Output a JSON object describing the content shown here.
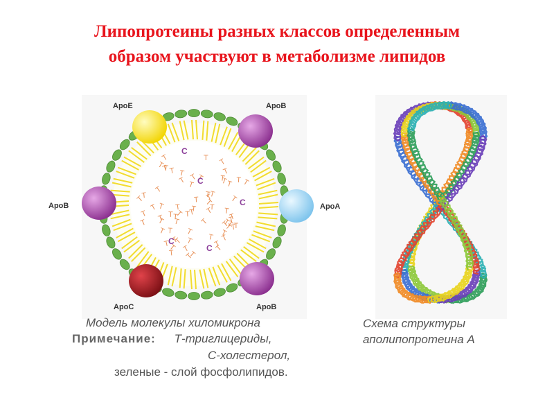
{
  "title": {
    "line1": "Липопротеины разных классов определенным",
    "line2": "образом участвуют в метаболизме липидов"
  },
  "diagram": {
    "apo_labels": {
      "top_left": "ApoE",
      "top_right": "ApoB",
      "left": "ApoB",
      "right": "ApoA",
      "bottom_left": "ApoC",
      "bottom_right": "ApoB"
    },
    "core_letter_t": "T",
    "core_letter_c": "C",
    "colors": {
      "title": "#e8141c",
      "phospholipid_head": "#6ab04c",
      "phospholipid_tail": "#f2dc2e",
      "triglyceride": "#e8925a",
      "cholesterol": "#8c3f9a",
      "apoE": "#f7e11a",
      "apoB": "#9c3fa0",
      "apoA": "#9fd4f0",
      "apoC": "#9b1a1f"
    }
  },
  "captions": {
    "left_caption": "Модель молекулы хиломикрона",
    "note_label": "Примечание:",
    "note_line1": "Т-триглицериды,",
    "note_line2": "С-холестерол,",
    "note_line3": "зеленые - слой фосфолипидов.",
    "right_caption_line1": "Схема структуры",
    "right_caption_line2": "аполипопротеина А"
  }
}
